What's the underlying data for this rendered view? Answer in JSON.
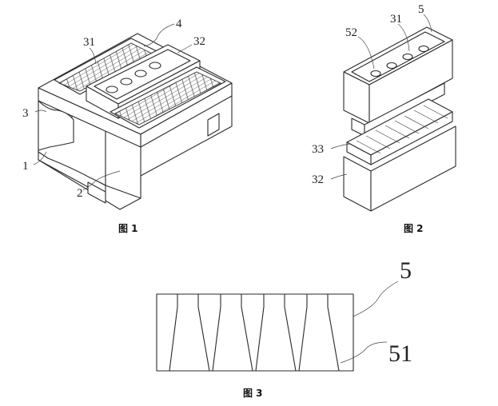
{
  "figures": [
    {
      "caption": "图 1",
      "labels": [
        "31",
        "4",
        "32",
        "3",
        "1",
        "2"
      ]
    },
    {
      "caption": "图 2",
      "labels": [
        "52",
        "31",
        "5",
        "33",
        "32"
      ]
    },
    {
      "caption": "图 3",
      "labels": [
        "5",
        "51"
      ]
    }
  ]
}
